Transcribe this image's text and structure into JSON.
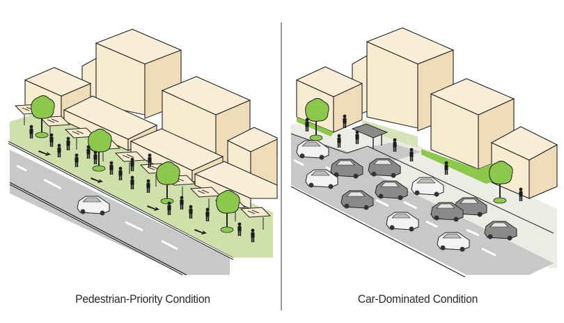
{
  "panels": [
    {
      "id": "left",
      "caption": "Pedestrian-Priority Condition",
      "counts": {
        "buildings": 6,
        "trees": 4,
        "pedestrians": 19,
        "cars": 1,
        "direction_arrows": 4
      }
    },
    {
      "id": "right",
      "caption": "Car-Dominated Condition",
      "counts": {
        "buildings": 5,
        "trees": 2,
        "pedestrians": 8,
        "cars": 13,
        "bus_shelters": 1
      }
    }
  ],
  "colors": {
    "building_light": "#f7ebd0",
    "building_side": "#efdcb8",
    "green_space": "#cfe0ab",
    "grass_bright": "#8cc84b",
    "tree": "#8cc84b",
    "road": "#c8c8c8",
    "sidewalk": "#ecebe4",
    "outline": "#222222",
    "car_light": "#f2f2f2",
    "car_dark": "#8a8a8a"
  }
}
